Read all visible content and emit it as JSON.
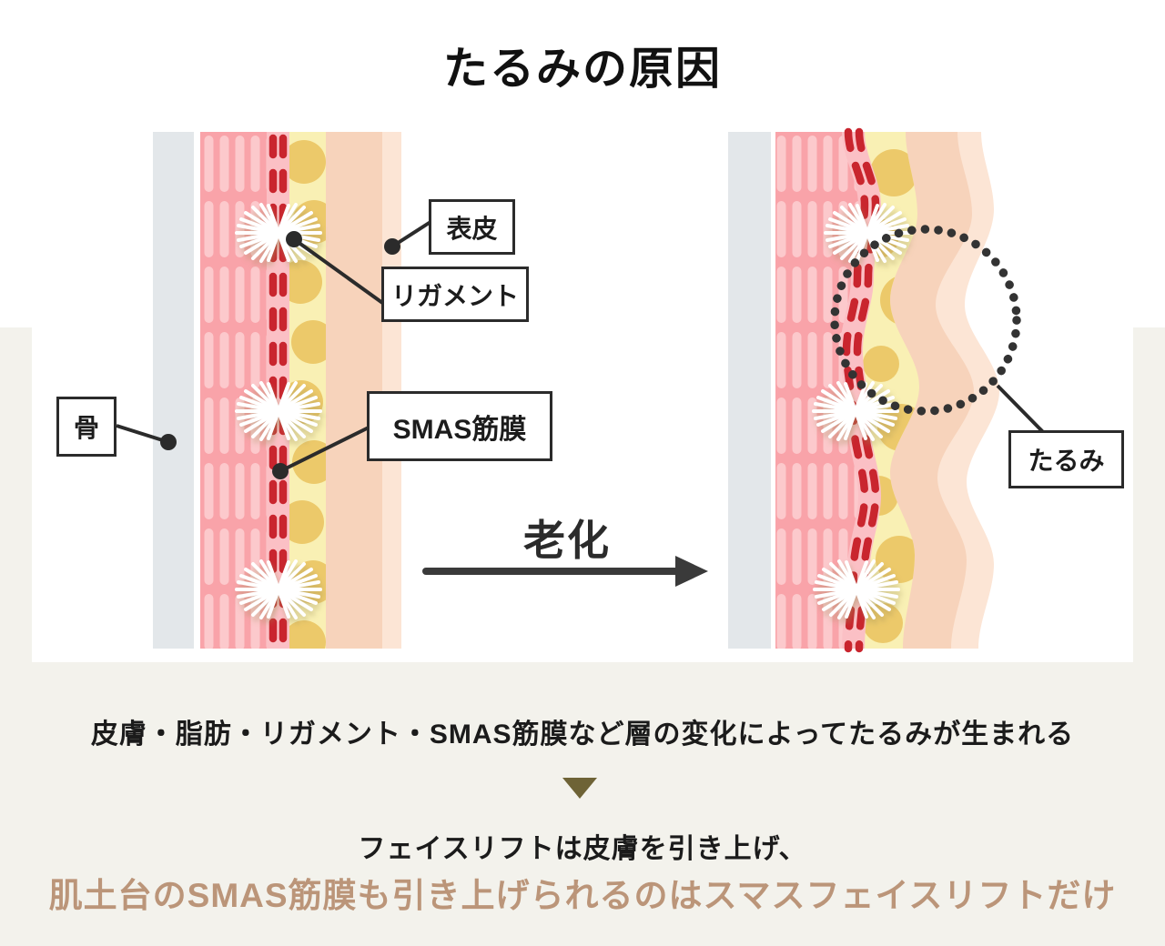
{
  "title": "たるみの原因",
  "diagram": {
    "labels": {
      "epidermis": "表皮",
      "ligament": "リガメント",
      "bone": "骨",
      "smas": "SMAS筋膜",
      "sagging": "たるみ"
    },
    "aging_label": "老化"
  },
  "captions": {
    "line1": "皮膚・脂肪・リガメント・SMAS筋膜など層の変化によってたるみが生まれる",
    "line2": "フェイスリフトは皮膚を引き上げ、",
    "line3": "肌土台のSMAS筋膜も引き上げられるのはスマスフェイスリフトだけ"
  },
  "colors": {
    "background_beige": "#f3f2ec",
    "bone_gray": "#e3e7ea",
    "muscle_pink": "#f9a3a9",
    "muscle_stripe": "#fcc9cc",
    "smas_strip_pink": "#fbc0c5",
    "smas_red": "#c9252e",
    "fat_yellow": "#f9f0b4",
    "fat_circle": "#ecc96a",
    "dermis_peach": "#f7d3bb",
    "epidermis_peach": "#fce5d5",
    "line_dark": "#2b2b2b",
    "triangle_olive": "#6e6336",
    "highlight_brown": "#bb9579"
  }
}
